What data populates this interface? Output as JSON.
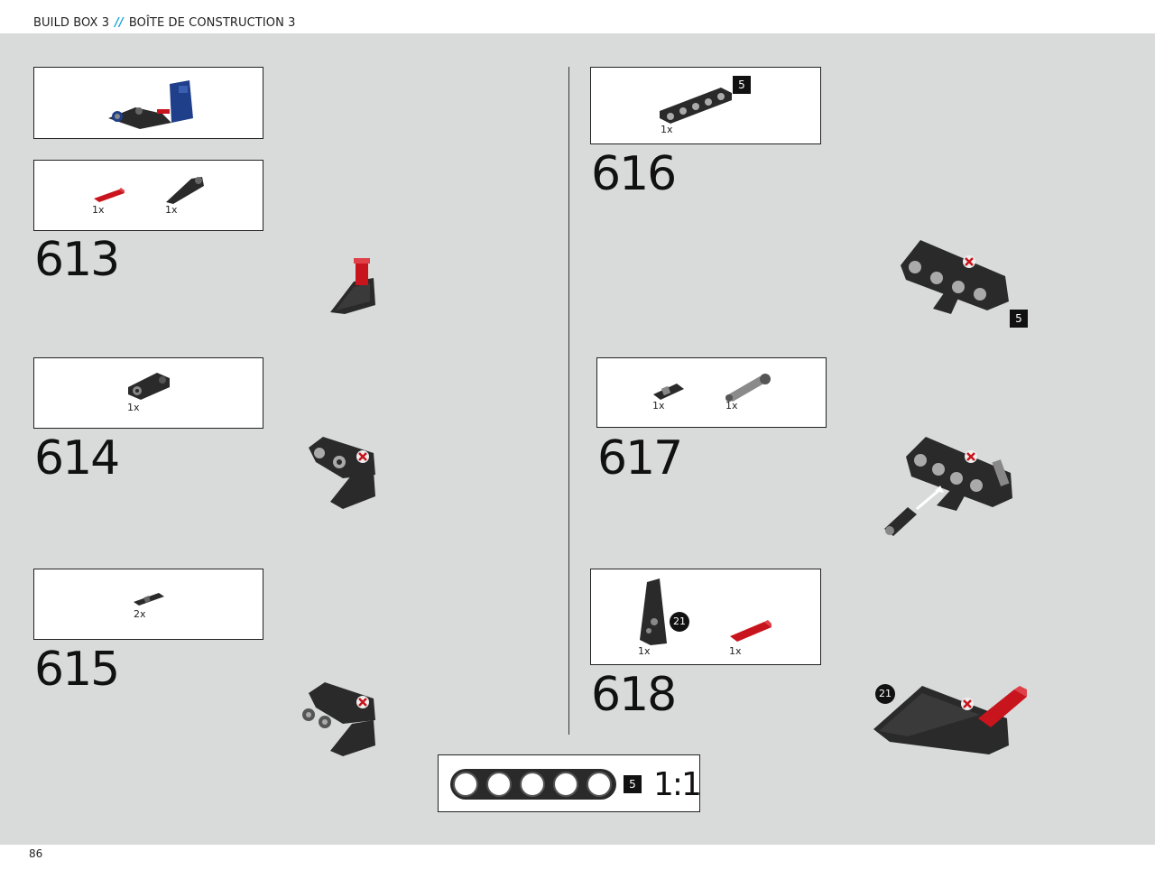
{
  "header": {
    "title_en": "BUILD BOX 3",
    "separator": "//",
    "title_fr": "BOÎTE DE CONSTRUCTION 3"
  },
  "page_number": "86",
  "steps": {
    "s613": {
      "number": "613",
      "parts": [
        {
          "qty": "1x",
          "part": "red-axle-pin"
        },
        {
          "qty": "1x",
          "part": "black-panel-wedge"
        }
      ]
    },
    "s614": {
      "number": "614",
      "parts": [
        {
          "qty": "1x",
          "part": "black-beam-connector"
        }
      ]
    },
    "s615": {
      "number": "615",
      "parts": [
        {
          "qty": "2x",
          "part": "black-friction-pin"
        }
      ]
    },
    "s616": {
      "number": "616",
      "parts": [
        {
          "qty": "1x",
          "part": "black-beam-5",
          "length": "5"
        }
      ],
      "callout_length": "5"
    },
    "s617": {
      "number": "617",
      "parts": [
        {
          "qty": "1x",
          "part": "black-pin-short"
        },
        {
          "qty": "1x",
          "part": "grey-axle-pin"
        }
      ]
    },
    "s618": {
      "number": "618",
      "parts": [
        {
          "qty": "1x",
          "part": "black-panel-21",
          "element": "21"
        },
        {
          "qty": "1x",
          "part": "red-axle-pin"
        }
      ],
      "callout_element": "21"
    }
  },
  "scale_guide": {
    "beam_length": "5",
    "ratio": "1:1"
  },
  "colors": {
    "canvas": "#d9dbdb",
    "accent_blue": "#1aa5d6",
    "lego_red": "#c8141c",
    "lego_black": "#2a2a2a",
    "lego_blue": "#1f3f8a"
  }
}
